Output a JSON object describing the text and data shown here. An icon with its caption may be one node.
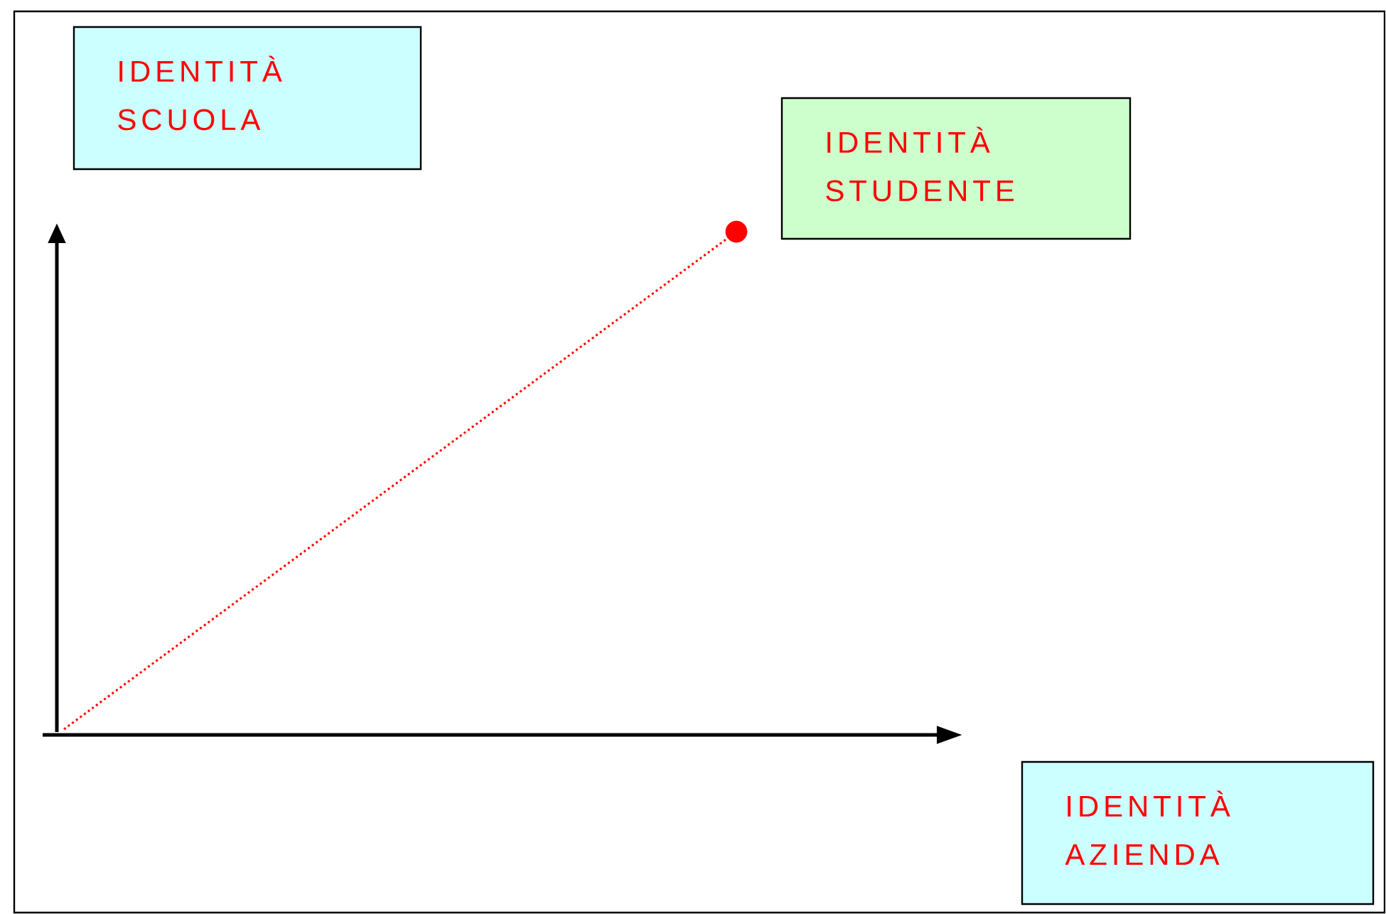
{
  "diagram": {
    "nodes": [
      {
        "text": [
          "IDENTITÀ SCUOLA"
        ]
      },
      {
        "text": [
          "IDENTITÀ STUDENTE"
        ]
      },
      {
        "text": [
          "IDENTITÀ AZIENDA"
        ]
      },
      {
        "text": [],
        "shape": "circle"
      }
    ],
    "edges": [
      {
        "from": null,
        "to": 3,
        "arrow": "none",
        "color": "#ff0000"
      }
    ]
  }
}
